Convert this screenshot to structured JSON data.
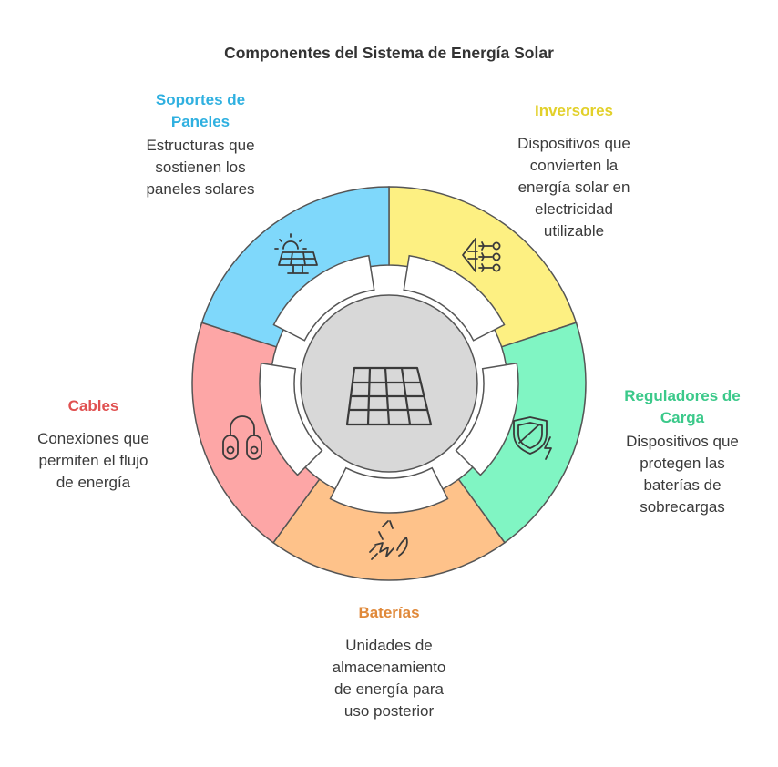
{
  "title": "Componentes del Sistema de Energía Solar",
  "colors": {
    "soportes": "#7fd8fb",
    "inversores": "#fdf082",
    "reguladores": "#80f5c3",
    "baterias": "#fec28a",
    "cables": "#fda6a6",
    "center": "#d8d8d8",
    "soportes_text": "#2fb0e0",
    "inversores_text": "#e2d02a",
    "reguladores_text": "#3bc98a",
    "baterias_text": "#e0893a",
    "cables_text": "#e05050"
  },
  "center": {
    "icon": "solar-panel-icon"
  },
  "components": {
    "soportes": {
      "title": "Soportes de\nPaneles",
      "description": "Estructuras que\nsostienen los\npaneles solares",
      "icon": "panel-support-sun-icon"
    },
    "inversores": {
      "title": "Inversores",
      "description": "Dispositivos que\nconvierten la\nenergía solar en\nelectricidad\nutilizable",
      "icon": "inverter-icon"
    },
    "reguladores": {
      "title": "Reguladores de\nCarga",
      "description": "Dispositivos que\nprotegen las\nbaterías de\nsobrecargas",
      "icon": "shield-bolt-icon"
    },
    "baterias": {
      "title": "Baterías",
      "description": "Unidades de\nalmacenamiento\nde energía para\nuso posterior",
      "icon": "battery-spark-icon"
    },
    "cables": {
      "title": "Cables",
      "description": "Conexiones que\npermiten el flujo\nde energía",
      "icon": "cable-connectors-icon"
    }
  }
}
